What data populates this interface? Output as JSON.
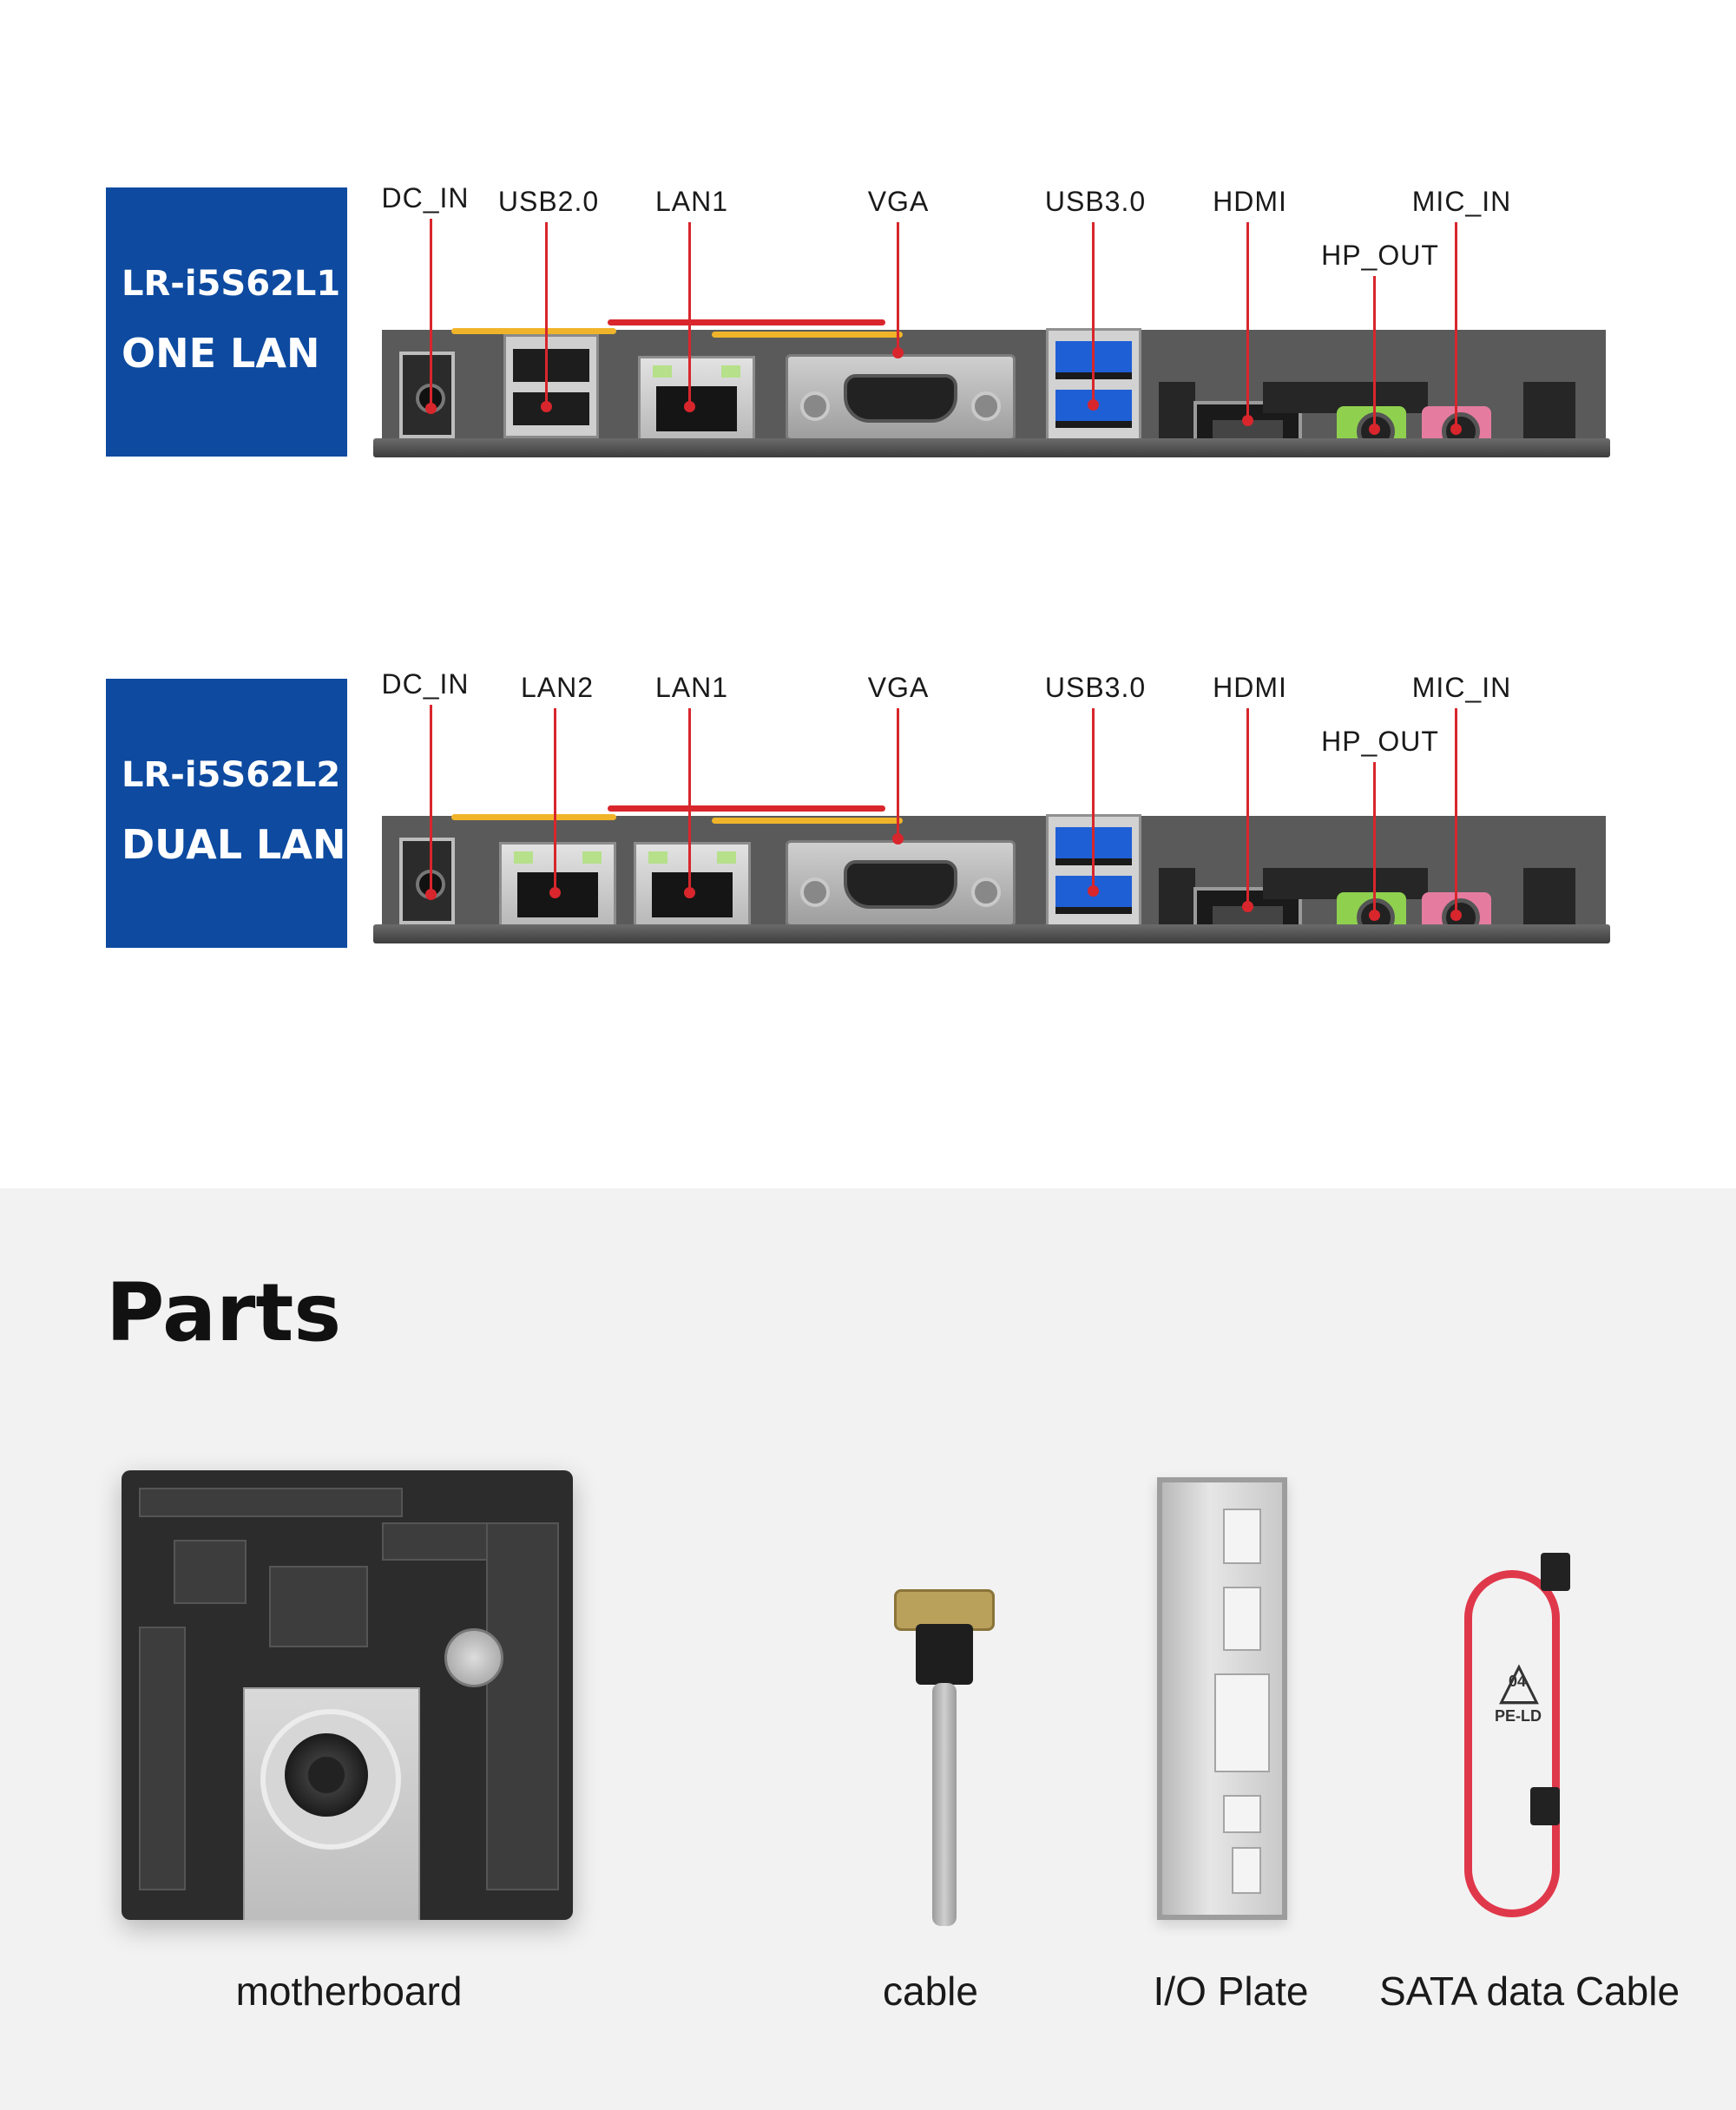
{
  "io_panels": [
    {
      "model": "LR-i5S62L1",
      "variant": "ONE LAN",
      "labels": {
        "dc_in": "DC_IN",
        "port2": "USB2.0",
        "lan1": "LAN1",
        "vga": "VGA",
        "usb3": "USB3.0",
        "hdmi": "HDMI",
        "hp_out": "HP_OUT",
        "mic_in": "MIC_IN"
      }
    },
    {
      "model": "LR-i5S62L2",
      "variant": "DUAL LAN",
      "labels": {
        "dc_in": "DC_IN",
        "port2": "LAN2",
        "lan1": "LAN1",
        "vga": "VGA",
        "usb3": "USB3.0",
        "hdmi": "HDMI",
        "hp_out": "HP_OUT",
        "mic_in": "MIC_IN"
      }
    }
  ],
  "parts": {
    "title": "Parts",
    "items": [
      {
        "caption": "motherboard",
        "icon": "motherboard-icon"
      },
      {
        "caption": "cable",
        "icon": "serial-cable-icon"
      },
      {
        "caption": "I/O Plate",
        "icon": "io-plate-icon"
      },
      {
        "caption": "SATA data Cable",
        "icon": "sata-cable-icon"
      }
    ],
    "sata_marking": {
      "code": "04",
      "material": "PE-LD"
    }
  },
  "colors": {
    "model_box": "#0d4aa0",
    "leader_line": "#d8262c",
    "parts_background": "#f2f2f2",
    "hp_out_jack": "#8fd14f",
    "mic_in_jack": "#e57ca0",
    "usb3_port": "#1f5fd6",
    "sata_cable": "#e0384b"
  }
}
